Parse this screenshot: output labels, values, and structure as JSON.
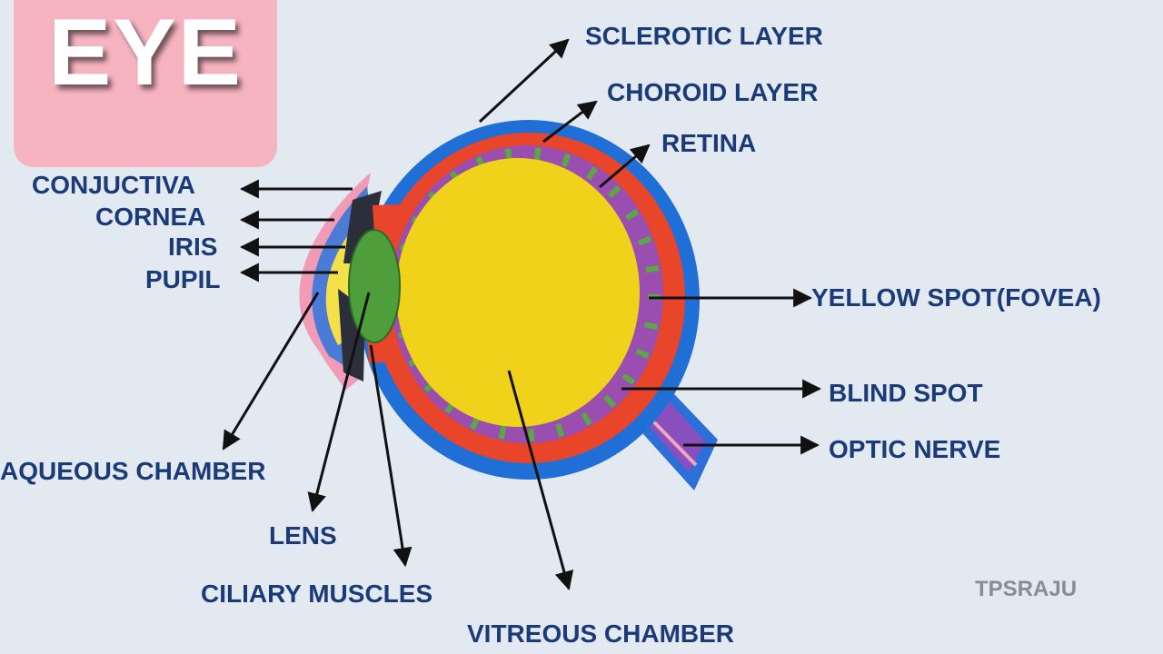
{
  "title": "EYE",
  "credit": "TPSRAJU",
  "labels": {
    "sclerotic_layer": "SCLEROTIC LAYER",
    "choroid_layer": "CHOROID LAYER",
    "retina": "RETINA",
    "conjuctiva": "CONJUCTIVA",
    "cornea": "CORNEA",
    "iris": "IRIS",
    "pupil": "PUPIL",
    "yellow_spot": "YELLOW SPOT(FOVEA)",
    "blind_spot": "BLIND SPOT",
    "optic_nerve": "OPTIC NERVE",
    "aqueous_chamber": "AQUEOUS CHAMBER",
    "lens": "LENS",
    "ciliary_muscles": "CILIARY MUSCLES",
    "vitreous_chamber": "VITREOUS CHAMBER"
  },
  "colors": {
    "sclera": "#1f6fd6",
    "choroid": "#e8452a",
    "retina": "#9a4fb0",
    "retina_green": "#5aa845",
    "vitreous": "#f1d21a",
    "lens": "#4e9e3c",
    "label_text": "#1b3a78",
    "title_box": "#f6b3c0",
    "background": "#e3e9f1"
  }
}
